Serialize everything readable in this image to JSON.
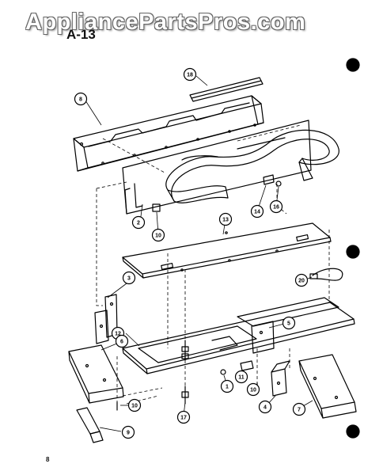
{
  "watermark": "AppliancePartsPros.com",
  "page_code": "A-13",
  "page_number": "8",
  "callouts": {
    "c18": "18",
    "c8": "8",
    "c2": "2",
    "c10a": "10",
    "c13": "13",
    "c14": "14",
    "c16": "16",
    "c20": "20",
    "c3": "3",
    "c12": "12",
    "c5": "5",
    "c6": "6",
    "c11": "11",
    "c1": "1",
    "c10b": "10",
    "c4": "4",
    "c7": "7",
    "c10c": "10",
    "c17": "17",
    "c9": "9"
  }
}
